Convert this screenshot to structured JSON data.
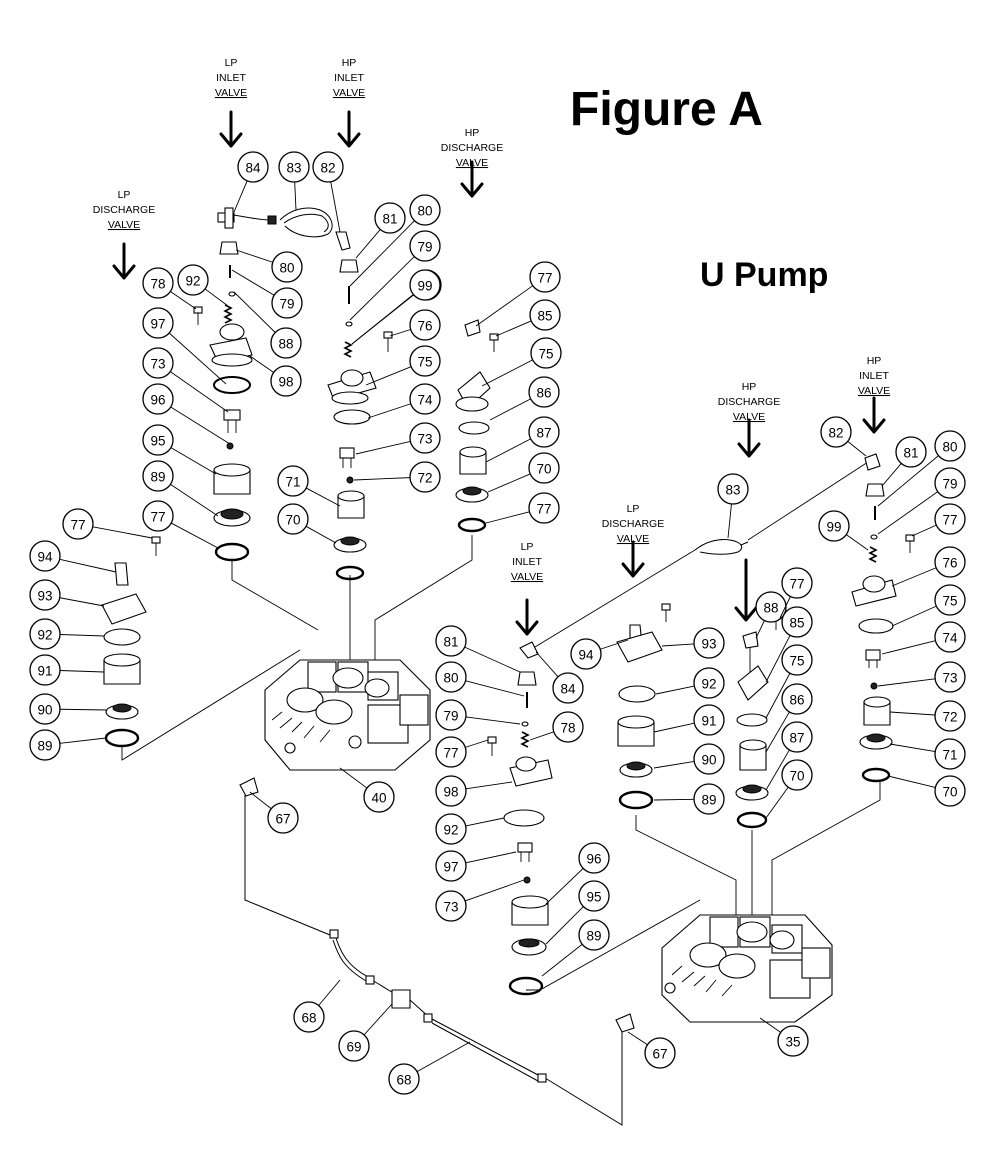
{
  "header": {
    "figure_title": "Figure A",
    "pump_title": "U Pump"
  },
  "valve_labels": [
    {
      "key": "left-lp-inlet",
      "lines": [
        "LP",
        "INLET",
        "VALVE"
      ]
    },
    {
      "key": "left-hp-inlet",
      "lines": [
        "HP",
        "INLET",
        "VALVE"
      ]
    },
    {
      "key": "left-hp-discharge",
      "lines": [
        "HP",
        "DISCHARGE",
        "VALVE"
      ]
    },
    {
      "key": "left-lp-discharge",
      "lines": [
        "LP",
        "DISCHARGE",
        "VALVE"
      ]
    },
    {
      "key": "right-lp-inlet",
      "lines": [
        "LP",
        "INLET",
        "VALVE"
      ]
    },
    {
      "key": "right-lp-discharge",
      "lines": [
        "LP",
        "DISCHARGE",
        "VALVE"
      ]
    },
    {
      "key": "right-hp-discharge",
      "lines": [
        "HP",
        "DISCHARGE",
        "VALVE"
      ]
    },
    {
      "key": "right-hp-inlet",
      "lines": [
        "HP",
        "INLET",
        "VALVE"
      ]
    }
  ],
  "callouts": [
    "84",
    "83",
    "82",
    "81",
    "80",
    "79",
    "81",
    "80",
    "79",
    "88",
    "77",
    "85",
    "75",
    "86",
    "87",
    "70",
    "77",
    "78",
    "92",
    "97",
    "73",
    "96",
    "95",
    "89",
    "77",
    "99",
    "76",
    "75",
    "74",
    "73",
    "72",
    "71",
    "70",
    "98",
    "77",
    "94",
    "93",
    "92",
    "91",
    "90",
    "89",
    "40",
    "67",
    "68",
    "69",
    "68",
    "81",
    "80",
    "79",
    "77",
    "78",
    "98",
    "92",
    "97",
    "73",
    "96",
    "95",
    "89",
    "84",
    "83",
    "94",
    "93",
    "92",
    "91",
    "90",
    "89",
    "88",
    "77",
    "85",
    "75",
    "86",
    "87",
    "70",
    "82",
    "81",
    "80",
    "79",
    "99",
    "77",
    "76",
    "75",
    "74",
    "73",
    "72",
    "71",
    "70",
    "67",
    "35"
  ]
}
